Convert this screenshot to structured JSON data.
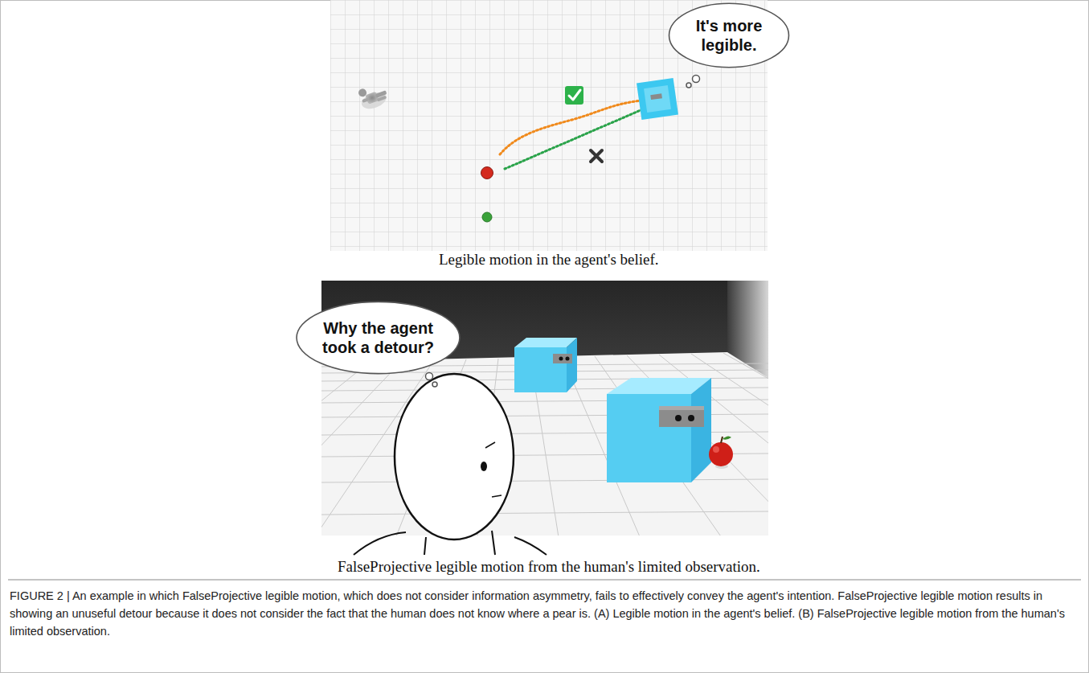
{
  "diagram": {
    "caption": "FIGURE 2 | An example in which FalseProjective legible motion, which does not consider information asymmetry, fails to effectively convey the agent's intention. FalseProjective legible motion results in showing an unuseful detour because it does not consider the fact that the human does not know where a pear is. (A) Legible motion in the agent's belief. (B) FalseProjective legible motion from the human's limited observation.",
    "nodes": [
      {
        "text": [
          "It's more legible."
        ]
      },
      {
        "text": [
          "Why the agent took a detour?"
        ]
      }
    ],
    "labels": [
      "Legible motion in the agent's belief.",
      "FalseProjective legible motion from the human's limited observation."
    ]
  }
}
